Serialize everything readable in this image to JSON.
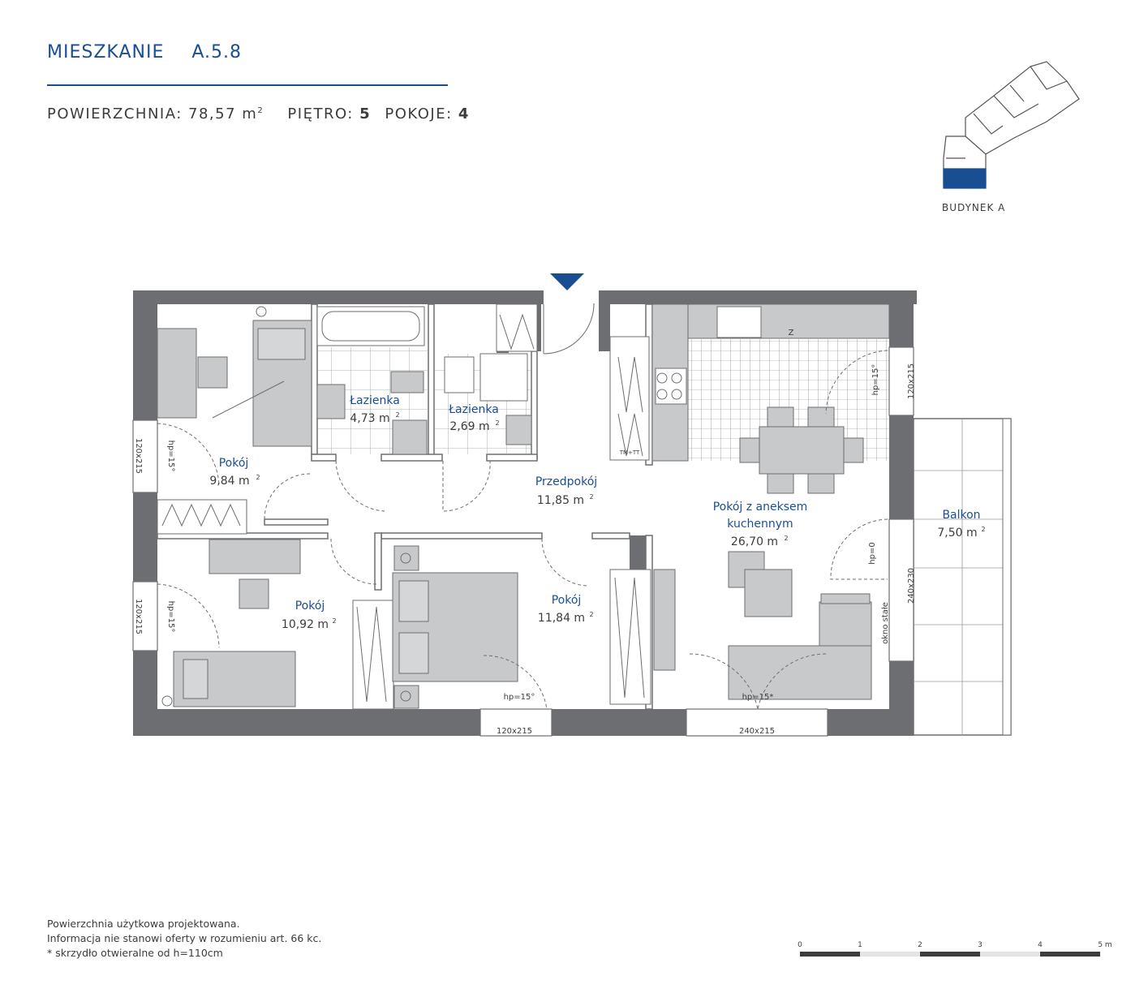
{
  "header": {
    "title_label": "MIESZKANIE",
    "title_code": "A.5.8",
    "area_label": "POWIERZCHNIA:",
    "area_value": "78,57 m",
    "area_unit_sup": "2",
    "floor_label": "PIĘTRO:",
    "floor_value": "5",
    "rooms_label": "POKOJE:",
    "rooms_value": "4"
  },
  "building": {
    "label": "BUDYNEK A"
  },
  "rooms": {
    "pokoj1": {
      "name": "Pokój",
      "area": "9,84 m",
      "sup": "2"
    },
    "lazienka1": {
      "name": "Łazienka",
      "area": "4,73 m",
      "sup": "2"
    },
    "lazienka2": {
      "name": "Łazienka",
      "area": "2,69 m",
      "sup": "2"
    },
    "przedpokoj": {
      "name": "Przedpokój",
      "area": "11,85 m",
      "sup": "2"
    },
    "salon": {
      "name1": "Pokój z aneksem",
      "name2": "kuchennym",
      "area": "26,70 m",
      "sup": "2"
    },
    "balkon": {
      "name": "Balkon",
      "area": "7,50 m",
      "sup": "2"
    },
    "pokoj2": {
      "name": "Pokój",
      "area": "10,92 m",
      "sup": "2"
    },
    "pokoj3": {
      "name": "Pokój",
      "area": "11,84 m",
      "sup": "2"
    }
  },
  "windows": {
    "w_left_top": "120x215",
    "w_left_bottom": "120x215",
    "w_right_top": "120x215",
    "w_right_balcony": "240x230",
    "w_bottom_mid": "120x215",
    "w_bottom_right": "240x215",
    "okno_stale": "okno stałe",
    "hp15": "hp=15°",
    "hp15b": "hp=15*",
    "hp0": "hp=0",
    "fixture_z": "Z",
    "fixture_tm": "TM+TT"
  },
  "scale": {
    "labels": [
      "0",
      "1",
      "2",
      "3",
      "4",
      "5 m"
    ]
  },
  "notes": [
    "Powierzchnia użytkowa projektowana.",
    "Informacja nie stanowi oferty w rozumieniu art. 66 kc.",
    "* skrzydło otwieralne od h=110cm"
  ],
  "colors": {
    "brand": "#1a4e93",
    "wall": "#6d6e71",
    "furniture": "#c8c9cb"
  }
}
